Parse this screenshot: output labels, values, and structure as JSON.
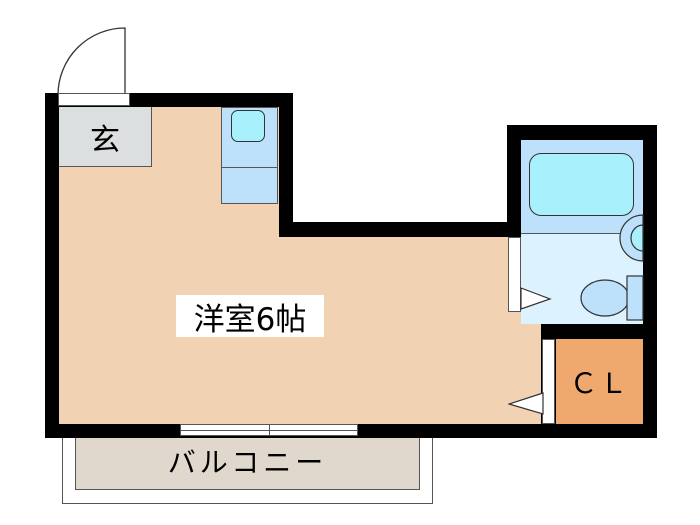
{
  "floorplan": {
    "rooms": {
      "genkan": {
        "label": "玄"
      },
      "western_room": {
        "label": "洋室6帖"
      },
      "closet": {
        "label": "ＣＬ"
      },
      "balcony": {
        "label": "バルコニー"
      },
      "kitchen": {
        "label": ""
      },
      "unit_bath": {
        "label": ""
      }
    },
    "colors": {
      "wall": "#000000",
      "western_room": "#f1d3b3",
      "genkan": "#dcdfe0",
      "kitchen": "#bde0fb",
      "bath": "#bde0fb",
      "toilet_area": "#dcf2fe",
      "fixture": "#a8f0fc",
      "closet": "#efa96e",
      "balcony": "#e0d8cc"
    }
  }
}
